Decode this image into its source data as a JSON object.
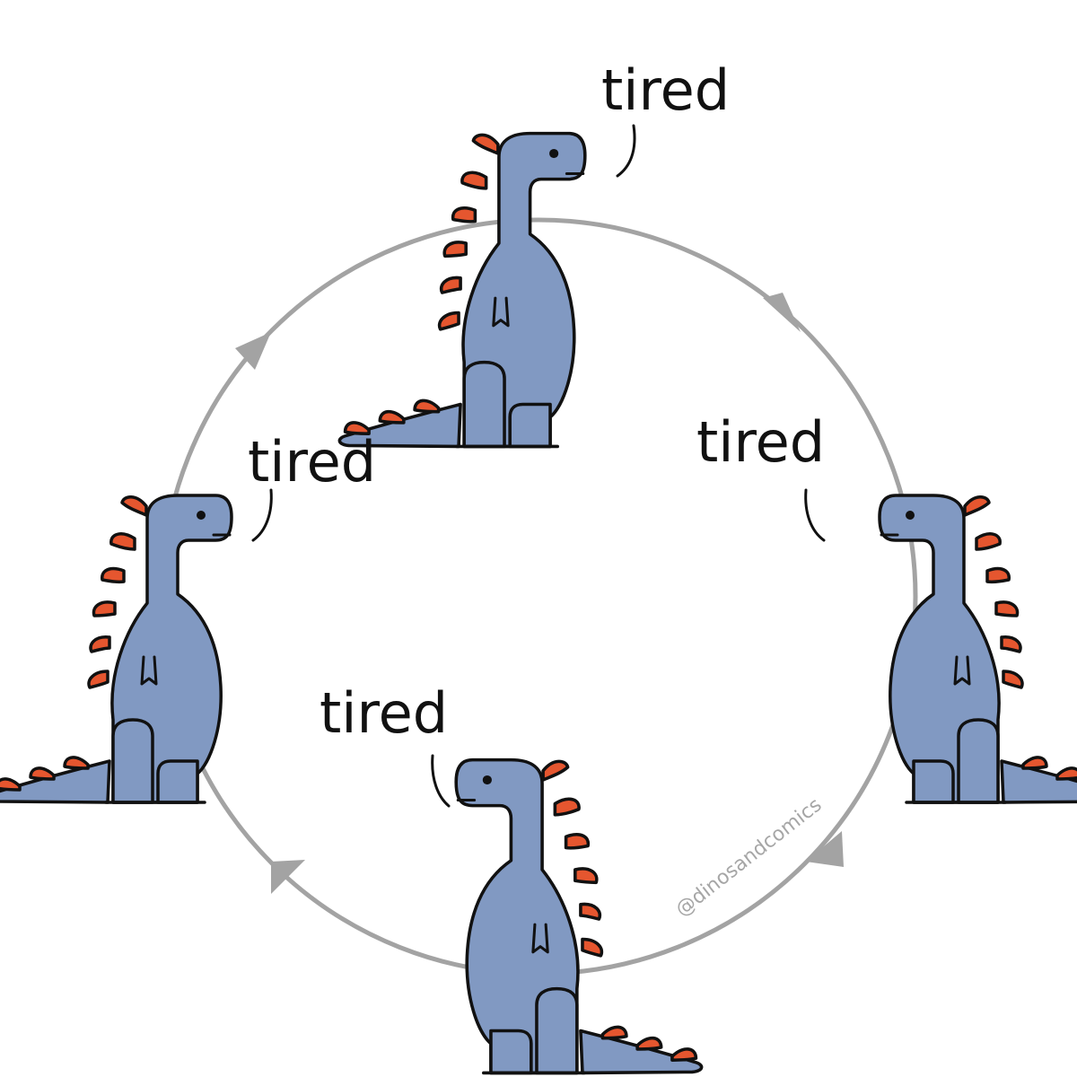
{
  "speech": [
    "tired",
    "tired",
    "tired",
    "tired"
  ],
  "credit": "@dinosandcomics",
  "colors": {
    "dino_body": "#8199c2",
    "dino_spikes": "#e5562f",
    "outline": "#111111",
    "cycle_line": "#a3a3a3",
    "credit_text": "#a6a6a6",
    "background": "#ffffff"
  },
  "icons": {
    "cycle": "circular-cycle-arrows",
    "character": "blue-t-rex-dinosaur"
  }
}
